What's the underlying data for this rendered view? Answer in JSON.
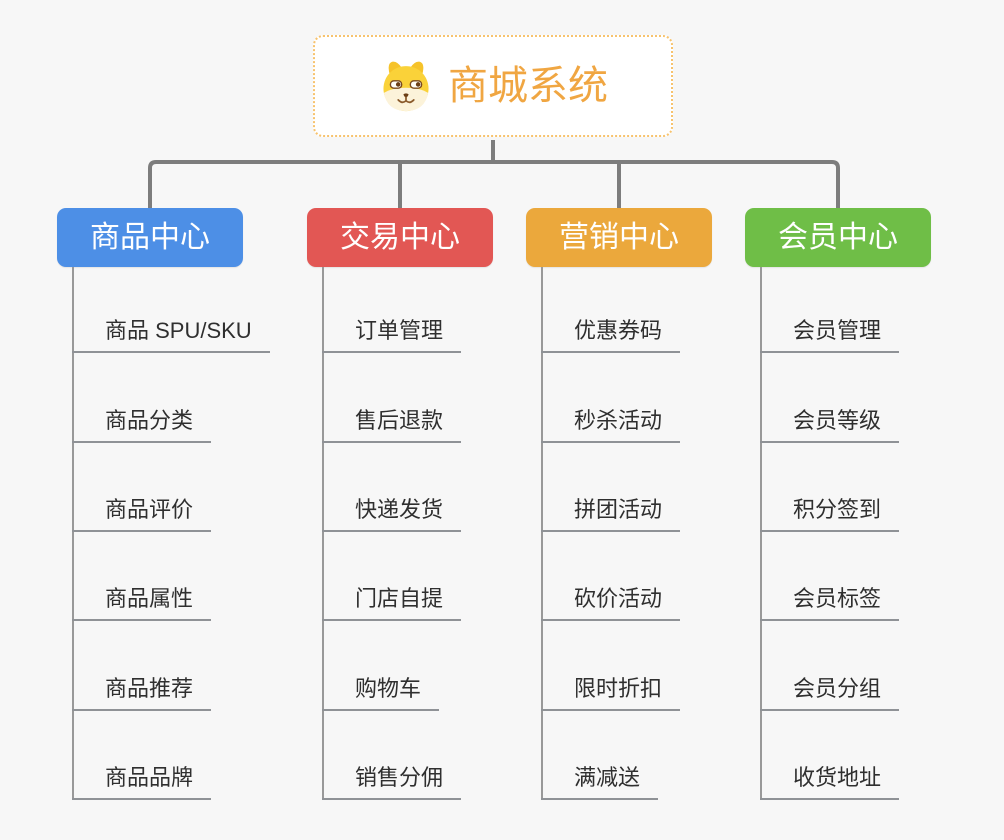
{
  "root": {
    "title": "商城系统",
    "title_color": "#f0a642",
    "border_color": "#f7c36e",
    "icon": "dog-face-icon"
  },
  "branches": [
    {
      "label": "商品中心",
      "color": "#4d8fe6",
      "children": [
        "商品 SPU/SKU",
        "商品分类",
        "商品评价",
        "商品属性",
        "商品推荐",
        "商品品牌"
      ]
    },
    {
      "label": "交易中心",
      "color": "#e25754",
      "children": [
        "订单管理",
        "售后退款",
        "快递发货",
        "门店自提",
        "购物车",
        "销售分佣"
      ]
    },
    {
      "label": "营销中心",
      "color": "#ebา83c",
      "children": [
        "优惠券码",
        "秒杀活动",
        "拼团活动",
        "砍价活动",
        "限时折扣",
        "满减送"
      ]
    },
    {
      "label": "会员中心",
      "color": "#6fbe47",
      "children": [
        "会员管理",
        "会员等级",
        "积分签到",
        "会员标签",
        "会员分组",
        "收货地址"
      ]
    }
  ],
  "lines": {
    "connector_color": "#7d7d7d",
    "child_line_color": "#999999"
  }
}
